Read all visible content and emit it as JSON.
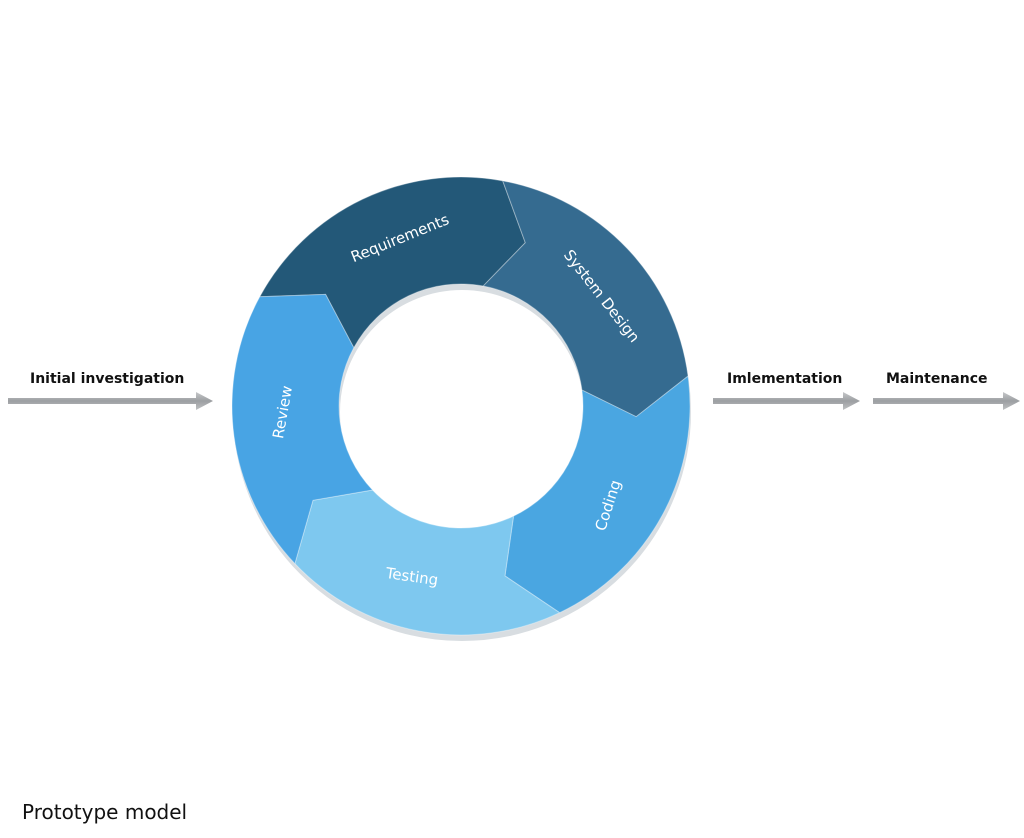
{
  "diagram": {
    "caption": "Prototype model",
    "flow": {
      "before": "Initial investigation",
      "after": [
        "Imlementation",
        "Maintenance"
      ]
    },
    "cycle": [
      {
        "name": "Requirements",
        "color": "#235878"
      },
      {
        "name": "System Design",
        "color": "#356b90"
      },
      {
        "name": "Coding",
        "color": "#4aa6e1"
      },
      {
        "name": "Testing",
        "color": "#7ec8ef"
      },
      {
        "name": "Review",
        "color": "#48a4e4"
      }
    ],
    "colors": {
      "arrow": "#a9acae",
      "shadow": "#d8dde1"
    }
  }
}
